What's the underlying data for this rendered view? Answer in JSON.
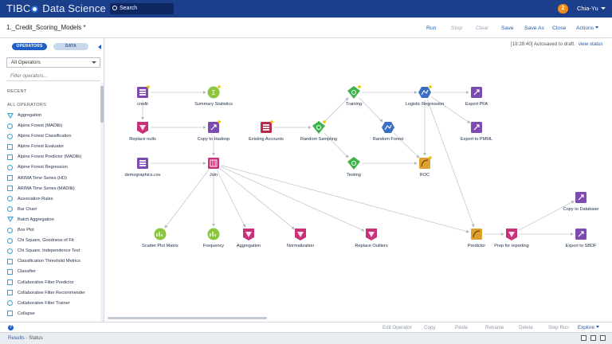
{
  "app": {
    "brand_prefix": "TIBC",
    "brand_suffix": "Data Science",
    "search_label": "Search",
    "notification_count": "2",
    "user_name": "Chia-Yu"
  },
  "workflow": {
    "title": "1._Credit_Scoring_Models *",
    "toolbar": {
      "run": "Run",
      "stop": "Stop",
      "clear": "Clear",
      "save": "Save",
      "save_as": "Save As",
      "close": "Close",
      "actions": "Actions"
    }
  },
  "sidebar": {
    "tab_operators": "OPERATORS",
    "tab_data": "DATA",
    "select_value": "All Operators",
    "filter_placeholder": "Filter operators...",
    "recent_heading": "RECENT",
    "all_heading": "ALL OPERATORS",
    "operators": [
      {
        "label": "Aggregation",
        "icon": "tri"
      },
      {
        "label": "Alpine Forest (MADlib)",
        "icon": "circle"
      },
      {
        "label": "Alpine Forest Classification",
        "icon": "circle"
      },
      {
        "label": "Alpine Forest Evaluator",
        "icon": "square"
      },
      {
        "label": "Alpine Forest Predictor (MADlib)",
        "icon": "square"
      },
      {
        "label": "Alpine Forest Regression",
        "icon": "circle"
      },
      {
        "label": "ARIMA Time Series (HD)",
        "icon": "square"
      },
      {
        "label": "ARIMA Time Series (MADlib)",
        "icon": "square"
      },
      {
        "label": "Association Rules",
        "icon": "circle"
      },
      {
        "label": "Bar Chart",
        "icon": "circle"
      },
      {
        "label": "Batch Aggregation",
        "icon": "tri"
      },
      {
        "label": "Box Plot",
        "icon": "circle"
      },
      {
        "label": "Chi Square, Goodness of Fit",
        "icon": "circle"
      },
      {
        "label": "Chi Square, Independence Test",
        "icon": "circle"
      },
      {
        "label": "Classification Threshold Metrics",
        "icon": "square"
      },
      {
        "label": "Classifier",
        "icon": "square"
      },
      {
        "label": "Collaborative Filter Predictor",
        "icon": "square"
      },
      {
        "label": "Collaborative Filter Recommender",
        "icon": "square"
      },
      {
        "label": "Collaborative Filter Trainer",
        "icon": "circle"
      },
      {
        "label": "Collapse",
        "icon": "square"
      }
    ]
  },
  "canvas": {
    "autosave_text": "[19:28:40] Autosaved to draft.",
    "view_status": "view status",
    "nodes": [
      {
        "id": "credit",
        "label": "credit",
        "kind": "dataset",
        "color": "#7b4bb0"
      },
      {
        "id": "summary",
        "label": "Summary Statistics",
        "kind": "stats",
        "color": "#8cc63f"
      },
      {
        "id": "replace_nulls",
        "label": "Replace nulls",
        "kind": "transform",
        "color": "#c9307a"
      },
      {
        "id": "copy_hadoop",
        "label": "Copy to Hadoop",
        "kind": "copy",
        "color": "#7b4bb0"
      },
      {
        "id": "existing",
        "label": "Existing Accounts",
        "kind": "dataset-group",
        "color": "#b52a4e"
      },
      {
        "id": "random_sampling",
        "label": "Random Sampling",
        "kind": "sample",
        "color": "#3cb44b"
      },
      {
        "id": "training",
        "label": "Training",
        "kind": "sample",
        "color": "#3cb44b"
      },
      {
        "id": "testing",
        "label": "Testing",
        "kind": "sample",
        "color": "#3cb44b"
      },
      {
        "id": "logistic",
        "label": "Logistic Regression",
        "kind": "model",
        "color": "#3a6fc4"
      },
      {
        "id": "random_forest",
        "label": "Random Forest",
        "kind": "model",
        "color": "#3a6fc4"
      },
      {
        "id": "roc",
        "label": "ROC",
        "kind": "eval",
        "color": "#e0a030"
      },
      {
        "id": "export_pfa",
        "label": "Export PFA",
        "kind": "export",
        "color": "#7b4bb0"
      },
      {
        "id": "export_pmml",
        "label": "Export to PMML",
        "kind": "export",
        "color": "#7b4bb0"
      },
      {
        "id": "demographics",
        "label": "demographics.csv",
        "kind": "dataset",
        "color": "#7b4bb0"
      },
      {
        "id": "join",
        "label": "Join",
        "kind": "join",
        "color": "#c9307a"
      },
      {
        "id": "scatter",
        "label": "Scatter Plot Matrix",
        "kind": "viz",
        "color": "#8cc63f"
      },
      {
        "id": "frequency",
        "label": "Frequency",
        "kind": "viz",
        "color": "#8cc63f"
      },
      {
        "id": "aggregation",
        "label": "Aggregation",
        "kind": "transform",
        "color": "#c9307a"
      },
      {
        "id": "normalization",
        "label": "Normalization",
        "kind": "transform",
        "color": "#c9307a"
      },
      {
        "id": "replace_outliers",
        "label": "Replace Outliers",
        "kind": "transform",
        "color": "#c9307a"
      },
      {
        "id": "predictor",
        "label": "Predictor",
        "kind": "predict",
        "color": "#e0a030"
      },
      {
        "id": "prep_reporting",
        "label": "Prep for reporting",
        "kind": "transform",
        "color": "#c9307a"
      },
      {
        "id": "copy_database",
        "label": "Copy to Database",
        "kind": "copy",
        "color": "#7b4bb0"
      },
      {
        "id": "export_sbdf",
        "label": "Export to SBDF",
        "kind": "export",
        "color": "#7b4bb0"
      }
    ],
    "edges": [
      [
        "credit",
        "summary"
      ],
      [
        "credit",
        "replace_nulls"
      ],
      [
        "replace_nulls",
        "copy_hadoop"
      ],
      [
        "copy_hadoop",
        "join"
      ],
      [
        "demographics",
        "join"
      ],
      [
        "existing",
        "random_sampling"
      ],
      [
        "random_sampling",
        "training"
      ],
      [
        "random_sampling",
        "testing"
      ],
      [
        "training",
        "logistic"
      ],
      [
        "training",
        "random_forest"
      ],
      [
        "logistic",
        "export_pfa"
      ],
      [
        "logistic",
        "export_pmml"
      ],
      [
        "logistic",
        "roc"
      ],
      [
        "random_forest",
        "roc"
      ],
      [
        "testing",
        "roc"
      ],
      [
        "logistic",
        "predictor"
      ],
      [
        "join",
        "scatter"
      ],
      [
        "join",
        "frequency"
      ],
      [
        "join",
        "aggregation"
      ],
      [
        "join",
        "normalization"
      ],
      [
        "join",
        "replace_outliers"
      ],
      [
        "join",
        "predictor"
      ],
      [
        "predictor",
        "prep_reporting"
      ],
      [
        "prep_reporting",
        "copy_database"
      ],
      [
        "prep_reporting",
        "export_sbdf"
      ]
    ]
  },
  "actionbar": {
    "help": "?",
    "edit_operator": "Edit Operator",
    "copy": "Copy",
    "paste": "Paste",
    "rename": "Rename",
    "delete": "Delete",
    "step_run": "Step Run",
    "explore": "Explore"
  },
  "results": {
    "results": "Results",
    "separator": " - ",
    "status": "Status"
  }
}
